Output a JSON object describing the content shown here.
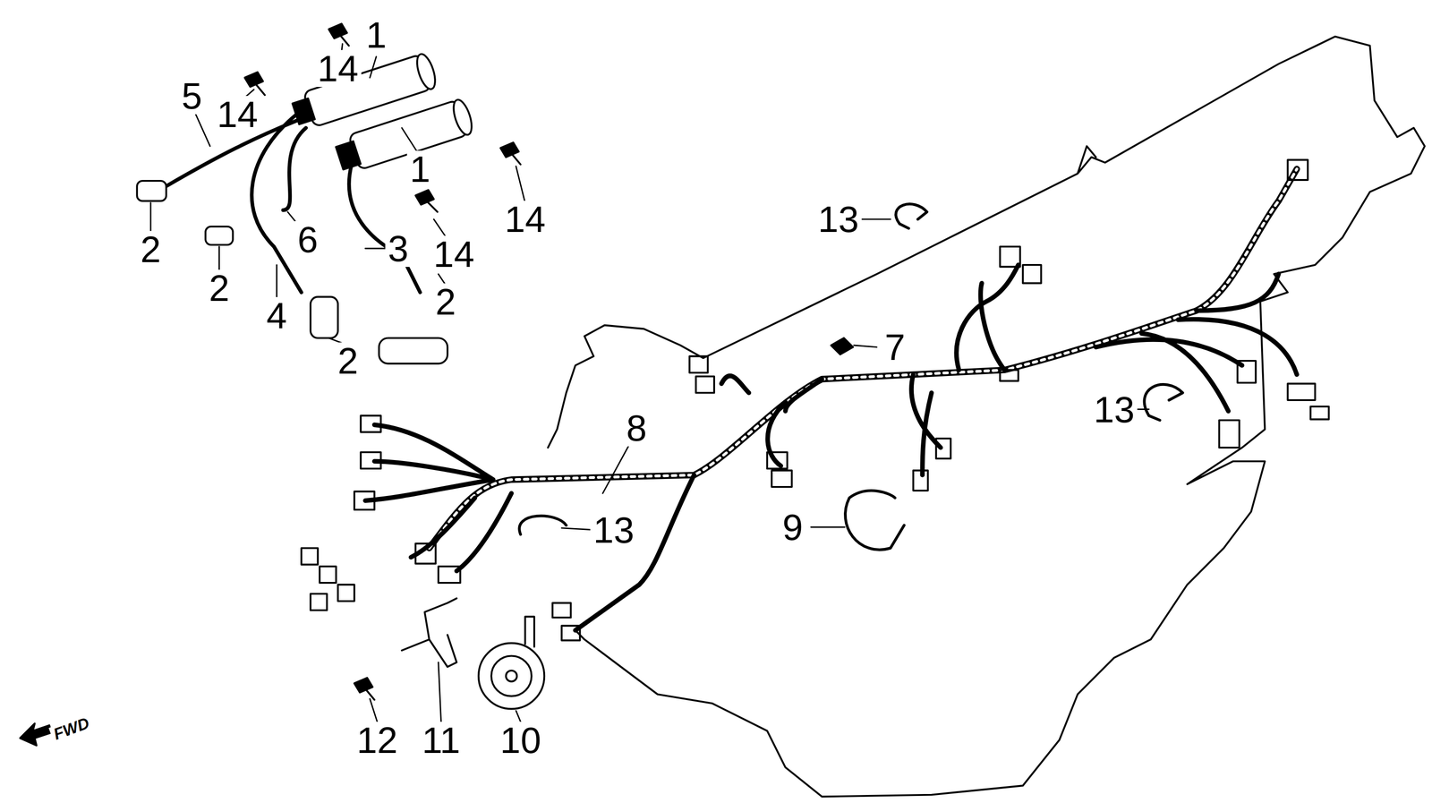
{
  "diagram": {
    "labels": [
      "1",
      "14",
      "14",
      "5",
      "1",
      "14",
      "14",
      "2",
      "6",
      "3",
      "2",
      "4",
      "2",
      "2",
      "13",
      "7",
      "13",
      "8",
      "9",
      "13",
      "12",
      "11",
      "10",
      "FWD"
    ]
  }
}
